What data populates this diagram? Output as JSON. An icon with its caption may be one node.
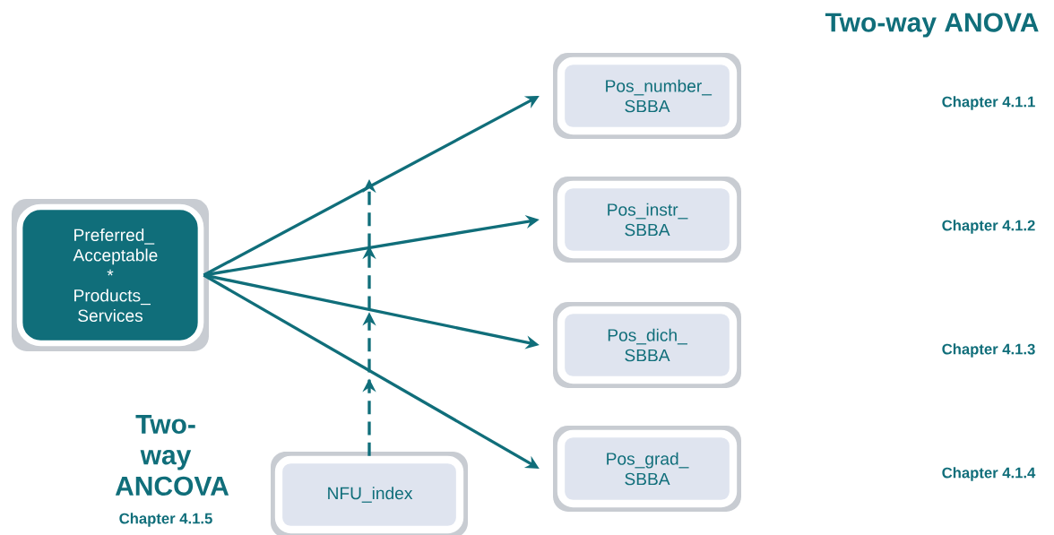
{
  "diagram": {
    "nodes": [
      {
        "text": [
          "Preferred_ Acceptable * Products_ Services"
        ]
      },
      {
        "text": [
          "Pos_number_ SBBA"
        ]
      },
      {
        "text": [
          "Pos_instr_ SBBA"
        ]
      },
      {
        "text": [
          "Pos_dich_ SBBA"
        ]
      },
      {
        "text": [
          "Pos_grad_ SBBA"
        ]
      },
      {
        "text": [
          "NFU_index"
        ]
      }
    ],
    "edges": [
      {
        "from": 0,
        "to": 1,
        "arrow": "to"
      },
      {
        "from": 0,
        "to": 2,
        "arrow": "to"
      },
      {
        "from": 0,
        "to": 3,
        "arrow": "to"
      },
      {
        "from": 0,
        "to": 4,
        "arrow": "to"
      },
      {
        "from": 5,
        "to": null,
        "arrow": "to",
        "style": "dashed"
      }
    ],
    "labels": [
      "Two-way ANOVA",
      "Chapter 4.1.1",
      "Chapter 4.1.2",
      "Chapter 4.1.3",
      "Chapter 4.1.4",
      "Two-way ANCOVA",
      "Chapter 4.1.5"
    ]
  }
}
